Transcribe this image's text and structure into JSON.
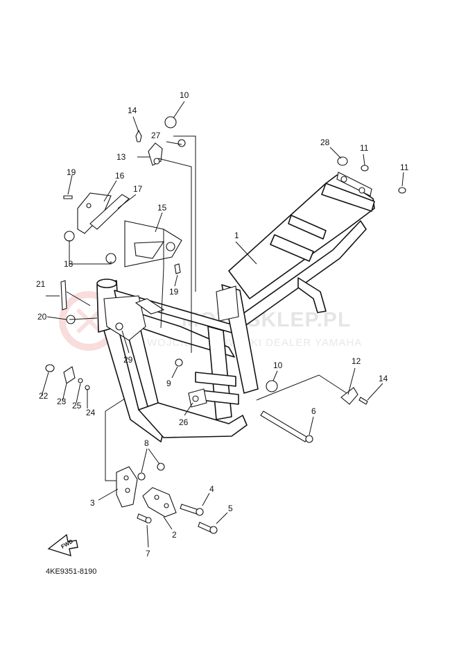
{
  "diagram_code": "4KE9351-8190",
  "fwd_label": "FWD",
  "watermark": {
    "title": "MOTOSKLEP.PL",
    "subtitle": "WOJCIECH NOWICKI DEALER YAMAHA",
    "color": "#f2b8b8"
  },
  "callouts": [
    "1",
    "2",
    "3",
    "4",
    "5",
    "6",
    "7",
    "8",
    "9",
    "10",
    "10",
    "11",
    "11",
    "12",
    "13",
    "14",
    "14",
    "15",
    "16",
    "17",
    "18",
    "19",
    "19",
    "20",
    "21",
    "22",
    "23",
    "24",
    "25",
    "26",
    "27",
    "28",
    "29"
  ]
}
